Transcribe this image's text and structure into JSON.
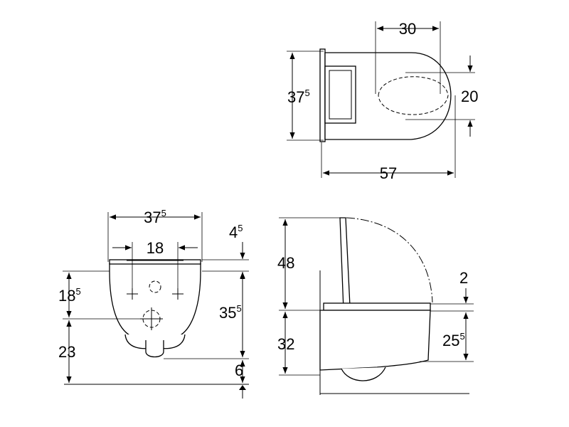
{
  "top_view": {
    "depth_opening": "30",
    "width": "37",
    "width_sup": "5",
    "opening_offset": "20",
    "length": "57"
  },
  "front_view": {
    "width": "37",
    "width_sup": "5",
    "fixing_spacing": "18",
    "rim_thickness": "4",
    "rim_thickness_sup": "5",
    "fixing_height": "18",
    "fixing_height_sup": "5",
    "bowl_height": "35",
    "bowl_height_sup": "5",
    "outlet_height": "23",
    "outlet_below_floor_line": "6"
  },
  "side_view": {
    "lid_height": "48",
    "seat_thickness": "2",
    "bowl_height": "32",
    "outlet_height": "25",
    "outlet_height_sup": "5"
  }
}
